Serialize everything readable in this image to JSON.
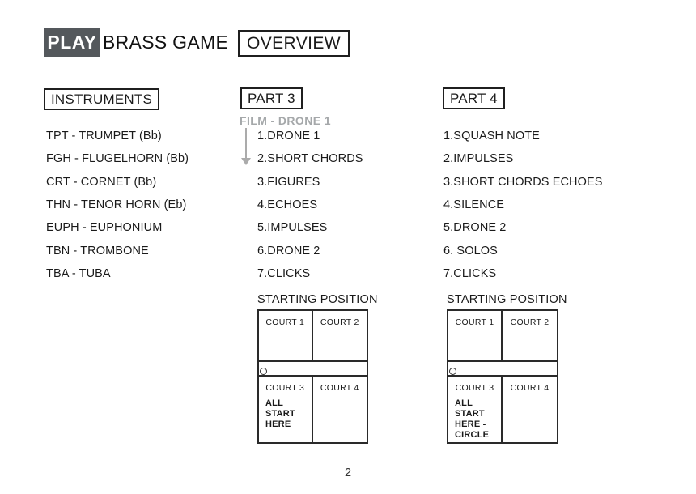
{
  "header": {
    "title_highlight": "PLAY",
    "title_rest": "BRASS GAME",
    "overview_label": "OVERVIEW"
  },
  "instruments": {
    "header": "INSTRUMENTS",
    "items": [
      "TPT - TRUMPET (Bb)",
      "FGH - FLUGELHORN (Bb)",
      "CRT - CORNET (Bb)",
      "THN - TENOR HORN (Eb)",
      "EUPH - EUPHONIUM",
      "TBN - TROMBONE",
      "TBA - TUBA"
    ]
  },
  "part3": {
    "header": "PART 3",
    "film_label": "FILM - DRONE 1",
    "items": [
      "1.DRONE 1",
      "2.SHORT CHORDS",
      "3.FIGURES",
      "4.ECHOES",
      "5.IMPULSES",
      "6.DRONE 2",
      "7.CLICKS"
    ],
    "starting_position": {
      "title": "STARTING POSITION",
      "courts": [
        "COURT 1",
        "COURT 2",
        "COURT 3",
        "COURT 4"
      ],
      "note": "ALL\nSTART\nHERE"
    }
  },
  "part4": {
    "header": "PART 4",
    "items": [
      "1.SQUASH NOTE",
      "2.IMPULSES",
      "3.SHORT CHORDS ECHOES",
      "4.SILENCE",
      "5.DRONE 2",
      "6. SOLOS",
      "7.CLICKS"
    ],
    "starting_position": {
      "title": "STARTING POSITION",
      "courts": [
        "COURT 1",
        "COURT 2",
        "COURT 3",
        "COURT 4"
      ],
      "note": "ALL\nSTART\nHERE -\nCIRCLE"
    }
  },
  "footer": {
    "page_number": "2"
  },
  "colors": {
    "highlight_bg": "#54585c",
    "highlight_text": "#ffffff",
    "muted_text": "#a5a8aa",
    "text": "#1a1a1a",
    "border": "#2a2a2a"
  }
}
